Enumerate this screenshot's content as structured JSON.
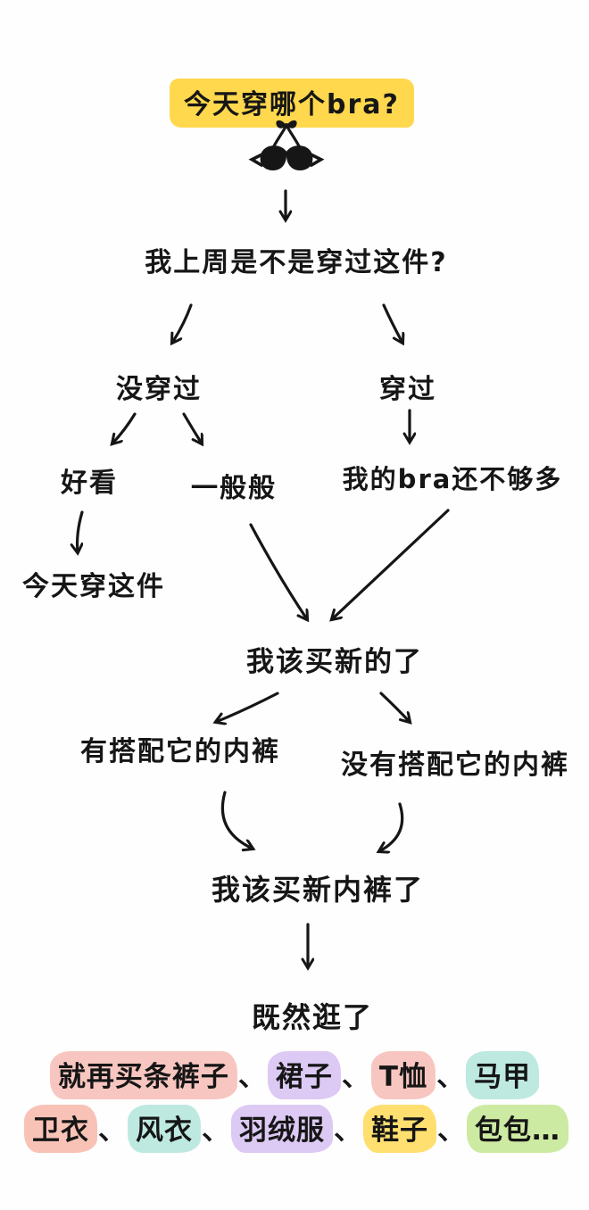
{
  "title": "今天穿哪个bra?",
  "nodes": {
    "question": "我上周是不是穿过这件?",
    "not_worn": "没穿过",
    "worn": "穿过",
    "looks_good": "好看",
    "so_so": "一般般",
    "not_enough_bras": "我的bra还不够多",
    "wear_this_today": "今天穿这件",
    "buy_new_bra": "我该买新的了",
    "has_matching_underwear": "有搭配它的内裤",
    "no_matching_underwear": "没有搭配它的内裤",
    "buy_new_underwear": "我该买新内裤了",
    "since_shopping": "既然逛了"
  },
  "shopping": {
    "line1": [
      {
        "text": "就再买条裤子",
        "sep": "、",
        "color": "#f8c6c0"
      },
      {
        "text": "裙子",
        "sep": "、",
        "color": "#dcc9f4"
      },
      {
        "text": "T恤",
        "sep": "、",
        "color": "#f8c6c0"
      },
      {
        "text": "马甲",
        "sep": "",
        "color": "#bee9e1"
      }
    ],
    "line2": [
      {
        "text": "卫衣",
        "sep": "、",
        "color": "#f8c3b6"
      },
      {
        "text": "风衣",
        "sep": "、",
        "color": "#bee9e1"
      },
      {
        "text": "羽绒服",
        "sep": "、",
        "color": "#dcc9f4"
      },
      {
        "text": "鞋子",
        "sep": "、",
        "color": "#ffdf70"
      },
      {
        "text": "包包…",
        "sep": "",
        "color": "#cdeaa2"
      }
    ]
  },
  "colors": {
    "title_highlight": "#ffd84e",
    "ink": "#161616",
    "background": "#fefefe"
  },
  "icons": {
    "bra": "bra-icon"
  }
}
